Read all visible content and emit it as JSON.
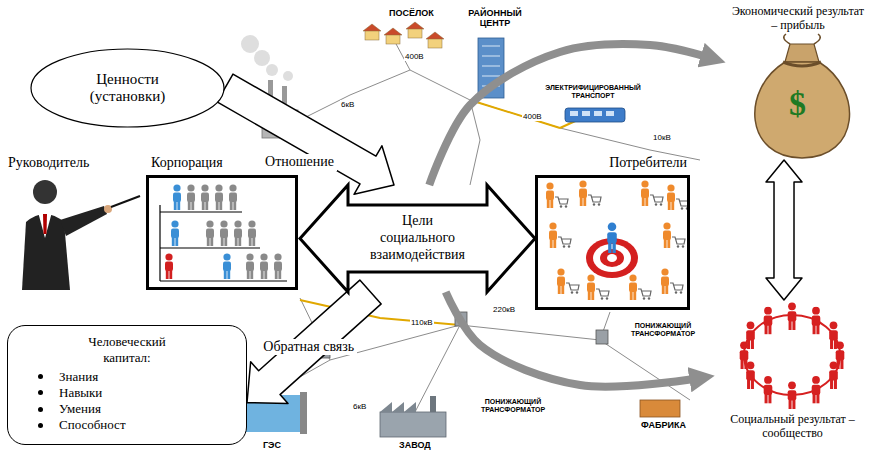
{
  "diagram": {
    "nodes": [
      {
        "text": [
          "Ценности (установки)"
        ]
      },
      {
        "text": [
          "Корпорация"
        ]
      },
      {
        "text": [
          "Цели социального взаимодействия"
        ]
      },
      {
        "text": [
          "Потребители"
        ]
      },
      {
        "text": [
          "Человеческий капитал:",
          "Знания",
          "Навыки",
          "Умения",
          "Способност"
        ]
      },
      {
        "text": [
          "Экономический результат – прибыль"
        ]
      },
      {
        "text": [
          "Социальный результат – сообщество"
        ]
      }
    ],
    "edges": [
      {
        "from": 0,
        "to": 2,
        "arrow": "to",
        "label": "Отношение"
      },
      {
        "from": 2,
        "to": 5,
        "arrow": "to"
      },
      {
        "from": 2,
        "to": 6,
        "arrow": "to"
      },
      {
        "from": 5,
        "to": 6,
        "arrow": "both"
      },
      {
        "from": 2,
        "to": 4,
        "arrow": "to",
        "label": "Обратная связь"
      }
    ],
    "labels": [
      "Руководитель",
      "ПОСЁЛОК",
      "РАЙОННЫЙ ЦЕНТР",
      "ЭЛЕКТРИФИЦИРОВАННЫЙ ТРАНСПОРТ",
      "400В",
      "400В",
      "6кВ",
      "10кВ",
      "110кВ",
      "220кВ",
      "ПОНИЖАЮЩИЙ ТРАНСФОРМАТОР",
      "ПОНИЖАЮЩИЙ ТРАНСФОРМАТОР",
      "6кВ",
      "ГЭС",
      "ЗАВОД",
      "ФАБРИКА",
      "$"
    ]
  }
}
